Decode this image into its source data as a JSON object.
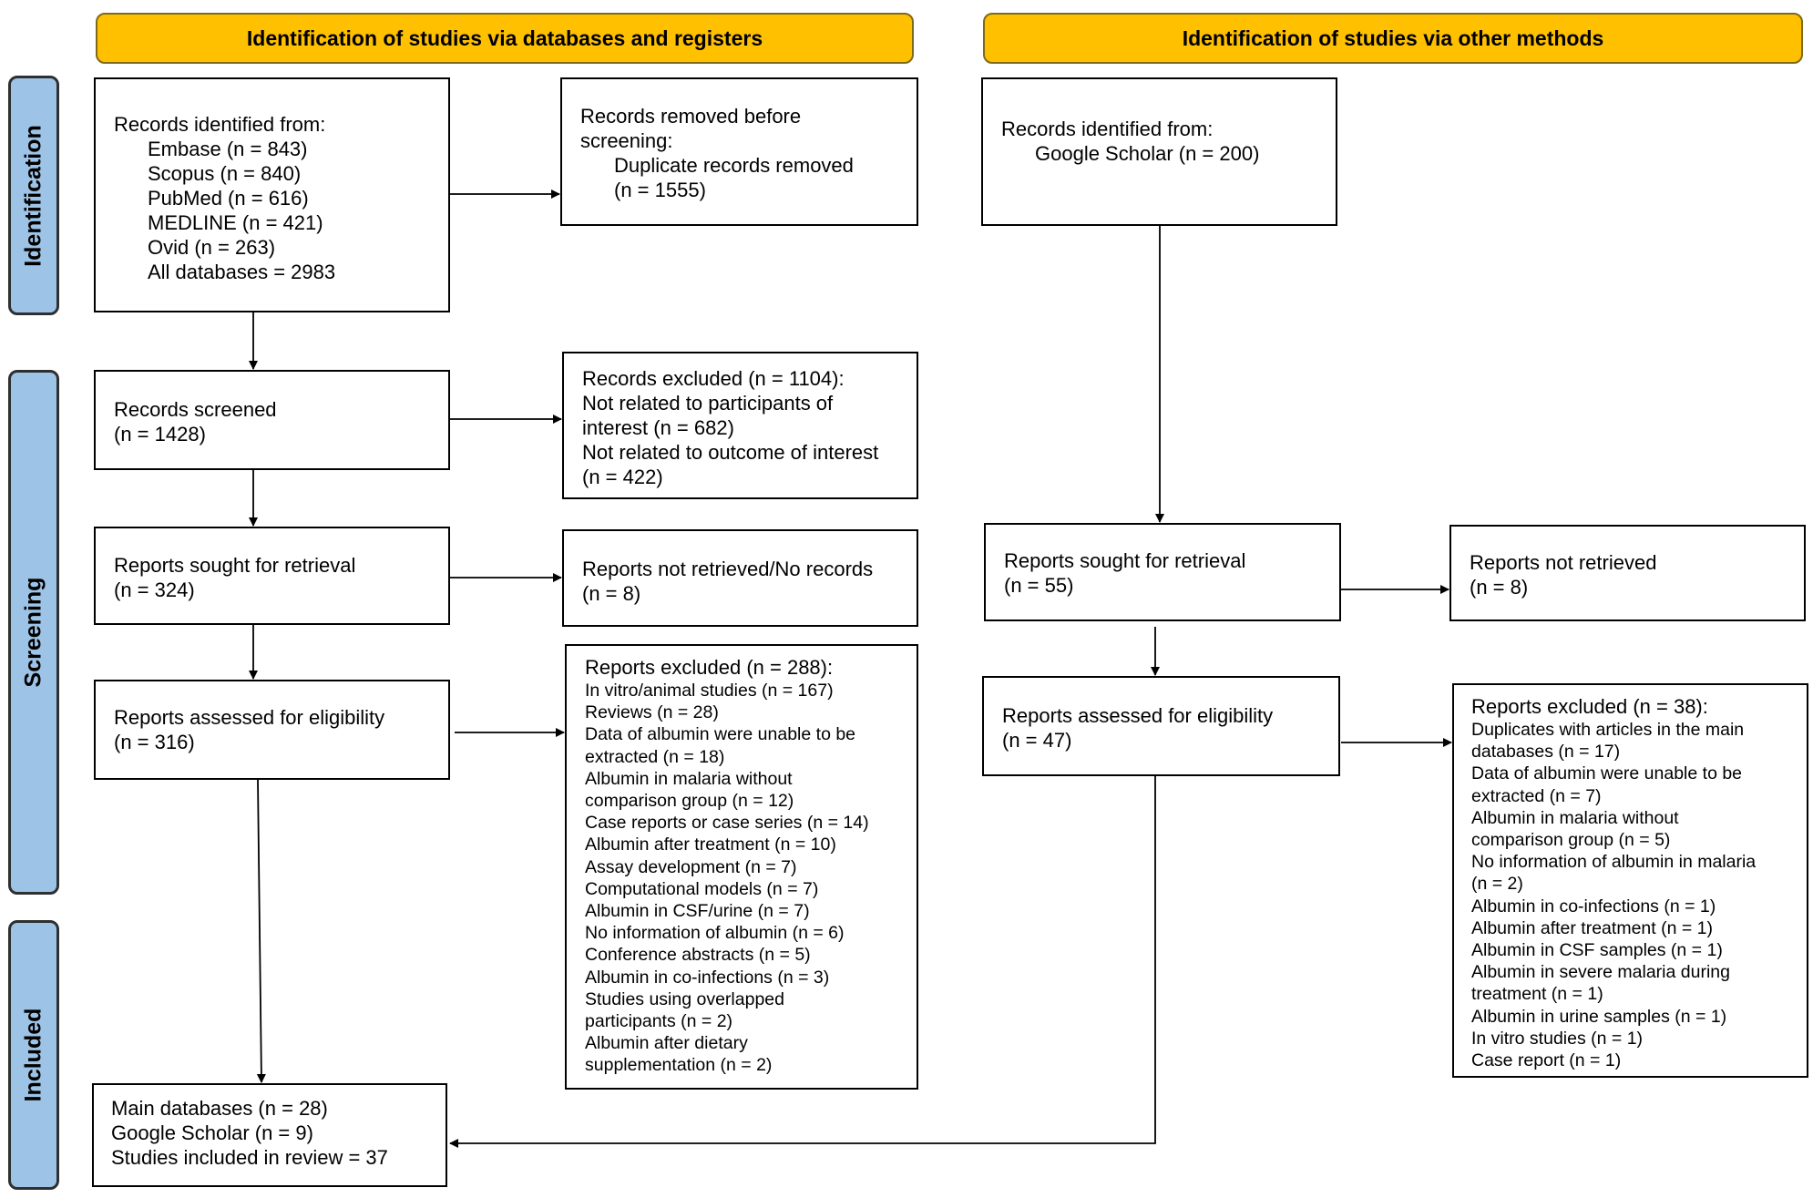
{
  "headers": {
    "left": "Identification of studies via databases and registers",
    "right": "Identification of studies via other methods"
  },
  "phases": {
    "identification": "Identification",
    "screening": "Screening",
    "included": "Included"
  },
  "left_column": {
    "records_identified": {
      "title": "Records identified from:",
      "items": [
        "Embase (n = 843)",
        "Scopus (n = 840)",
        "PubMed (n = 616)",
        "MEDLINE (n = 421)",
        "Ovid (n = 263)",
        "All databases = 2983"
      ]
    },
    "records_removed": {
      "line1": "Records removed before",
      "line2": "screening:",
      "line3": "Duplicate records removed",
      "line4": "(n = 1555)"
    },
    "records_screened": {
      "line1": "Records screened",
      "line2": "(n = 1428)"
    },
    "records_excluded": {
      "lines": [
        "Records excluded (n = 1104):",
        "Not related to participants of",
        "interest (n = 682)",
        "Not related to outcome of interest",
        "(n = 422)"
      ]
    },
    "reports_sought": {
      "line1": "Reports sought for retrieval",
      "line2": "(n = 324)"
    },
    "reports_not_retrieved": {
      "line1": "Reports not retrieved/No records",
      "line2": "(n = 8)"
    },
    "reports_assessed": {
      "line1": "Reports assessed for eligibility",
      "line2": "(n = 316)"
    },
    "reports_excluded": {
      "title": "Reports excluded (n = 288):",
      "items": [
        "In vitro/animal studies (n = 167)",
        "Reviews (n = 28)",
        "Data of albumin were unable to be",
        "extracted (n = 18)",
        "Albumin in malaria without",
        "comparison group (n = 12)",
        "Case reports or case series (n = 14)",
        "Albumin after treatment (n = 10)",
        "Assay development (n = 7)",
        "Computational models (n = 7)",
        "Albumin in CSF/urine (n = 7)",
        "No information of albumin (n = 6)",
        "Conference abstracts (n = 5)",
        "Albumin in co-infections (n = 3)",
        "Studies using overlapped",
        "participants (n = 2)",
        "Albumin after dietary",
        "supplementation (n = 2)"
      ]
    },
    "included": {
      "lines": [
        "Main databases (n = 28)",
        "Google Scholar (n = 9)",
        "Studies included in review = 37"
      ]
    }
  },
  "right_column": {
    "records_identified": {
      "line1": "Records identified from:",
      "line2": "Google Scholar (n = 200)"
    },
    "reports_sought": {
      "line1": "Reports sought for retrieval",
      "line2": "(n = 55)"
    },
    "reports_not_retrieved": {
      "line1": "Reports not retrieved",
      "line2": "(n = 8)"
    },
    "reports_assessed": {
      "line1": "Reports assessed for eligibility",
      "line2": "(n = 47)"
    },
    "reports_excluded": {
      "title": "Reports excluded (n = 38):",
      "items": [
        "Duplicates with articles in the main",
        "databases (n = 17)",
        "Data of albumin were unable to be",
        "extracted (n = 7)",
        "Albumin in malaria without",
        "comparison group (n = 5)",
        "No information of albumin in malaria",
        "(n = 2)",
        "Albumin in co-infections (n = 1)",
        "Albumin after treatment (n = 1)",
        "Albumin in CSF samples (n = 1)",
        "Albumin in severe malaria during",
        "treatment (n = 1)",
        "Albumin in urine samples (n = 1)",
        "In vitro studies (n = 1)",
        "Case report (n = 1)"
      ]
    }
  },
  "colors": {
    "header": "#FFC000",
    "phase": "#9DC3E6",
    "border": "#000000"
  }
}
